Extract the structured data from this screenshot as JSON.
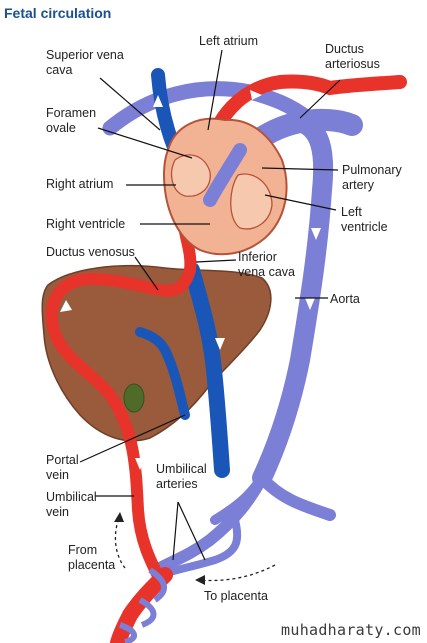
{
  "title": "Fetal circulation",
  "labels": {
    "superior_vena_cava": "Superior vena\ncava",
    "left_atrium": "Left atrium",
    "ductus_arteriosus": "Ductus\narteriosus",
    "foramen_ovale": "Foramen\novale",
    "right_atrium": "Right atrium",
    "pulmonary_artery": "Pulmonary\nartery",
    "left_ventricle": "Left\nventricle",
    "right_ventricle": "Right ventricle",
    "ductus_venosus": "Ductus venosus",
    "inferior_vena_cava": "Inferior\nvena cava",
    "aorta": "Aorta",
    "portal_vein": "Portal\nvein",
    "umbilical_arteries": "Umbilical\narteries",
    "umbilical_vein": "Umbilical\nvein",
    "from_placenta": "From\nplacenta",
    "to_placenta": "To placenta"
  },
  "watermark": "muhadharaty.com",
  "colors": {
    "title": "#1b4f8f",
    "oxygenated": "#e8332a",
    "deoxygenated": "#7b7fd6",
    "vena_cava_blue": "#1a56b8",
    "liver": "#9a5a3c",
    "heart": "#f2b394",
    "gallbladder": "#4f6b2a"
  }
}
